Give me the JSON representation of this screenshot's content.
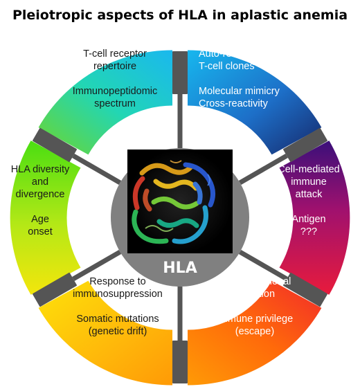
{
  "title": "Pleiotropic aspects of HLA in aplastic anemia",
  "hub_label": "HLA",
  "segments": [
    {
      "id": "top-left",
      "lines": [
        "T-cell receptor",
        "repertoire",
        "",
        "Immunopeptidomic",
        "spectrum"
      ],
      "text_color": "#1a1a1a"
    },
    {
      "id": "top-right",
      "lines": [
        "Auto-reactive",
        "T-cell clones",
        "",
        "Molecular mimicry",
        "Cross-reactivity"
      ],
      "text_color": "#ffffff"
    },
    {
      "id": "right",
      "lines": [
        "Cell-mediated",
        "immune",
        "attack",
        "",
        "Antigen",
        "???"
      ],
      "text_color": "#ffffff"
    },
    {
      "id": "bottom-right",
      "lines": [
        "Malignant clonal",
        "evolution",
        "",
        "Immune privilege",
        "(escape)"
      ],
      "text_color": "#ffffff"
    },
    {
      "id": "bottom-left",
      "lines": [
        "Response to",
        "immunosuppression",
        "",
        "Somatic mutations",
        "(genetic drift)"
      ],
      "text_color": "#1a1a1a"
    },
    {
      "id": "left",
      "lines": [
        "HLA diversity",
        "and",
        "divergence",
        "",
        "Age",
        "onset"
      ],
      "text_color": "#1a1a1a"
    }
  ],
  "colors": {
    "hub_gray": "#808080",
    "connector": "#555555",
    "protein_bg": "#000000"
  }
}
